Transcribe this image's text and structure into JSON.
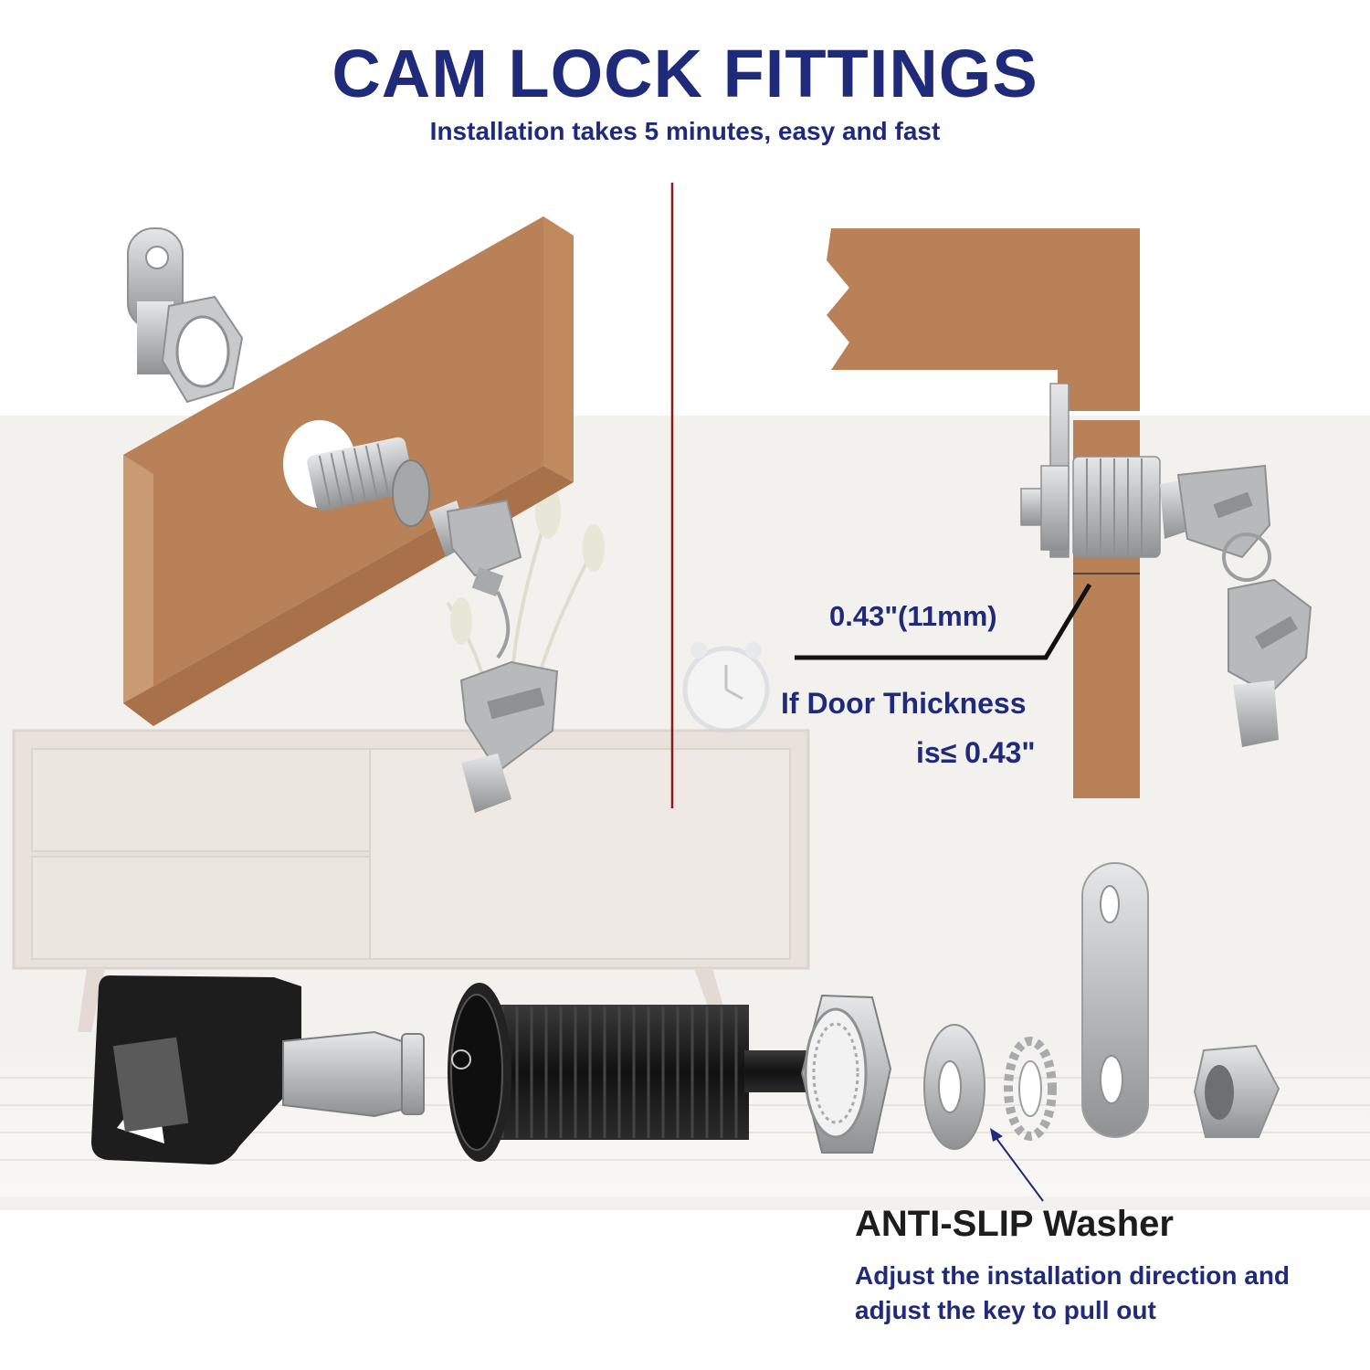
{
  "header": {
    "title": "CAM LOCK FITTINGS",
    "subtitle": "Installation takes 5 minutes, easy and fast"
  },
  "thickness_callout": {
    "dimension": "0.43\"(11mm)",
    "condition_line1": "If Door Thickness",
    "condition_line2": "is≤ 0.43\""
  },
  "washer_callout": {
    "title": "ANTI-SLIP Washer",
    "description_line1": "Adjust the installation direction and",
    "description_line2": "adjust the key to pull out"
  },
  "colors": {
    "heading_navy": "#1f2a7a",
    "wood": "#b98158",
    "wood_side": "#c99a73",
    "metal": "#c8cacc",
    "lock_black": "#1c1c1c",
    "divider_red": "#8b1a1a"
  }
}
